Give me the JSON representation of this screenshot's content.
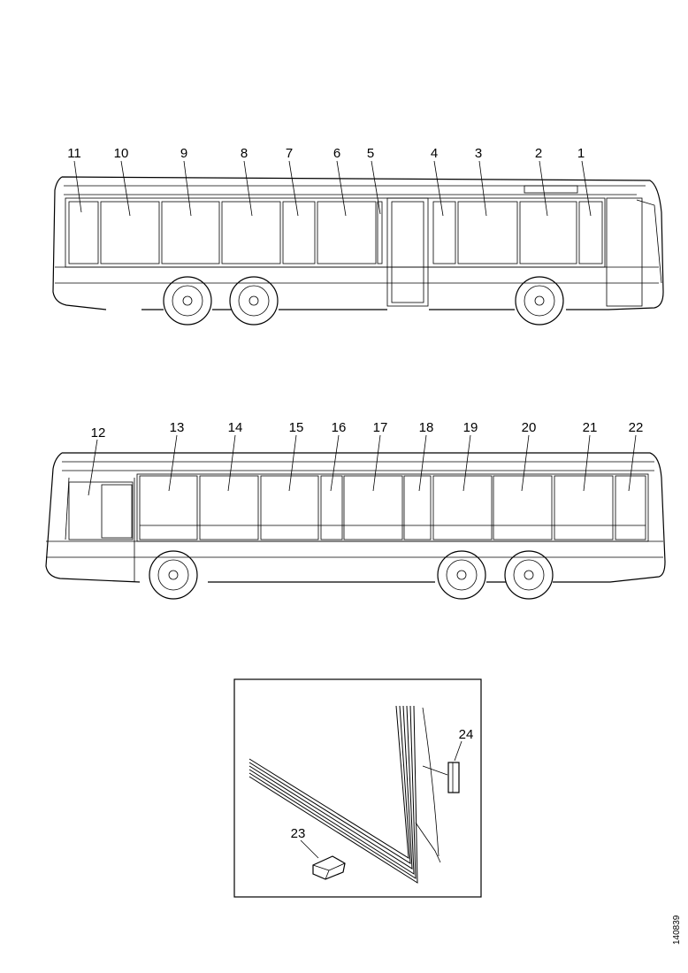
{
  "side_view_1": {
    "labels": {
      "w1": "1",
      "w2": "2",
      "w3": "3",
      "w4": "4",
      "w5": "5",
      "w6": "6",
      "w7": "7",
      "w8": "8",
      "w9": "9",
      "w10": "10",
      "w11": "11"
    }
  },
  "side_view_2": {
    "labels": {
      "w12": "12",
      "w13": "13",
      "w14": "14",
      "w15": "15",
      "w16": "16",
      "w17": "17",
      "w18": "18",
      "w19": "19",
      "w20": "20",
      "w21": "21",
      "w22": "22"
    }
  },
  "detail": {
    "labels": {
      "p23": "23",
      "p24": "24"
    }
  },
  "drawing_code": "140839"
}
